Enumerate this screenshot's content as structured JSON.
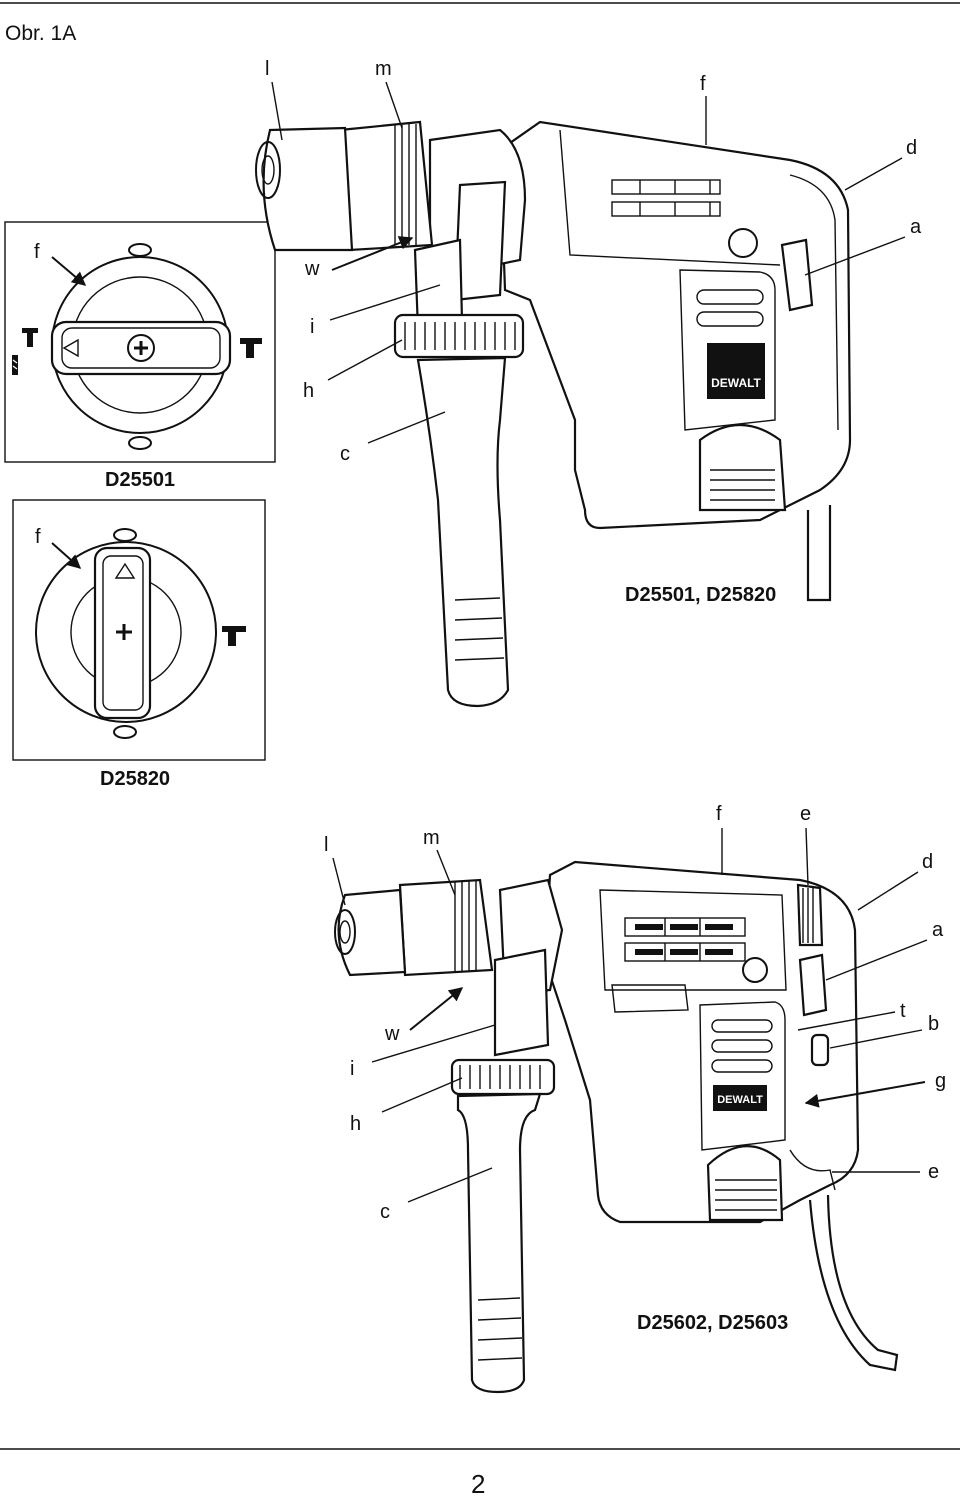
{
  "figure_title": "Obr. 1A",
  "page_number": "2",
  "top_drill": {
    "caption": "D25501, D25820",
    "labels": {
      "l": "l",
      "m": "m",
      "f": "f",
      "d": "d",
      "a": "a",
      "w": "w",
      "i": "i",
      "h": "h",
      "c": "c"
    },
    "brand": "DEWALT"
  },
  "inset_d25501": {
    "caption": "D25501",
    "label_f": "f"
  },
  "inset_d25820": {
    "caption": "D25820",
    "label_f": "f"
  },
  "bottom_drill": {
    "caption": "D25602, D25603",
    "labels": {
      "l": "l",
      "m": "m",
      "f": "f",
      "e_top": "e",
      "d": "d",
      "a": "a",
      "t": "t",
      "b": "b",
      "w": "w",
      "i": "i",
      "g": "g",
      "h": "h",
      "e_bottom": "e",
      "c": "c"
    },
    "brand": "DEWALT"
  }
}
